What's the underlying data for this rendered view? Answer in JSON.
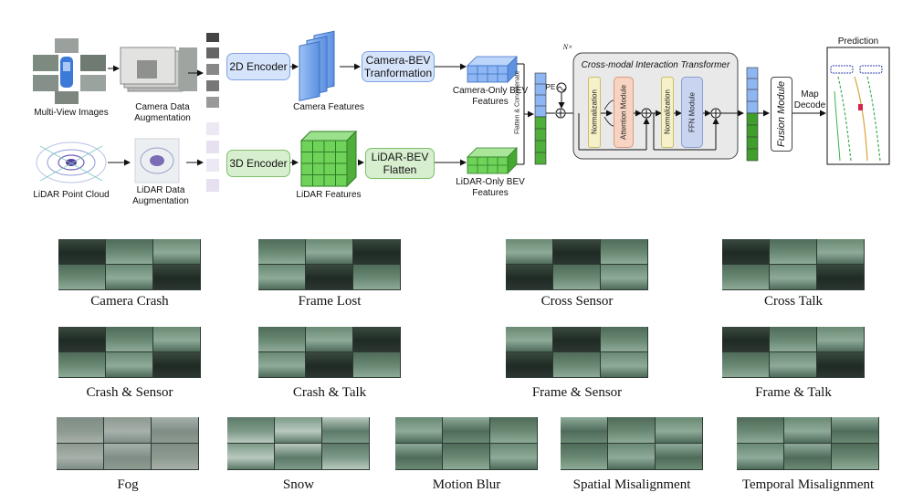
{
  "pipeline": {
    "inputs": {
      "camera_input_label": "Multi-View Images",
      "camera_aug_label": "Camera Data Augmentation",
      "lidar_input_label": "LiDAR Point Cloud",
      "lidar_aug_label": "LiDAR Data Augmentation"
    },
    "camera_branch": {
      "encoder": "2D Encoder",
      "features": "Camera Features",
      "transform": "Camera-BEV Tranformation",
      "bev": "Camera-Only BEV Features"
    },
    "lidar_branch": {
      "encoder": "3D Encoder",
      "features": "LiDAR Features",
      "transform": "LiDAR-BEV Flatten",
      "bev": "LiDAR-Only BEV Features"
    },
    "concat_label": "Flatten & Concatenate",
    "pe_label": "PE",
    "repeat_label": "N×",
    "transformer": {
      "title": "Cross-modal Interaction Transformer",
      "norm1": "Normalization",
      "attention": "Attention Module",
      "norm2": "Normalization",
      "ffn": "FFN Module"
    },
    "fusion": "Fusion Module",
    "decode": "Map Decode",
    "prediction": "Prediction"
  },
  "corruptions": {
    "row1": [
      "Camera Crash",
      "Frame Lost",
      "Cross Sensor",
      "Cross Talk"
    ],
    "row2": [
      "Crash & Sensor",
      "Crash & Talk",
      "Frame & Sensor",
      "Frame & Talk"
    ],
    "row3": [
      "Fog",
      "Snow",
      "Motion Blur",
      "Spatial Misalignment",
      "Temporal Misalignment"
    ]
  },
  "colors": {
    "camera": "#7aa7ea",
    "lidar": "#5fb84f",
    "norm": "#f6f1c8",
    "attention": "#f7d4c2",
    "ffn": "#c9d4f1",
    "transformer_bg": "#e9e9e9"
  }
}
